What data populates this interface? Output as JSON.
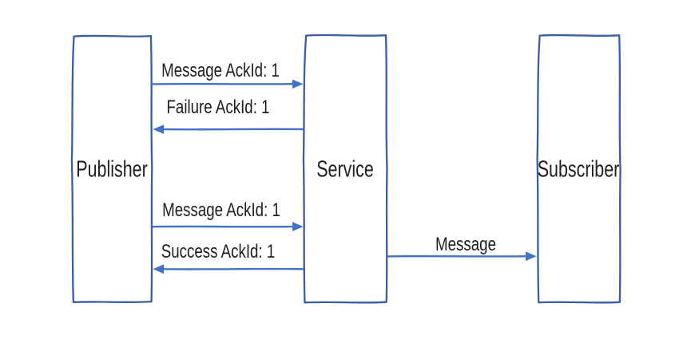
{
  "diagram": {
    "type": "sequence-flow",
    "colors": {
      "shape_stroke": "#3a5ca8",
      "arrow": "#4472c4",
      "label_text": "#1f1f1f",
      "background": "#ffffff"
    },
    "nodes": [
      {
        "id": "publisher",
        "label": "Publisher"
      },
      {
        "id": "service",
        "label": "Service"
      },
      {
        "id": "subscriber",
        "label": "Subscriber"
      }
    ],
    "messages": [
      {
        "from": "Publisher",
        "to": "Service",
        "direction": "right",
        "label": "Message AckId: 1"
      },
      {
        "from": "Service",
        "to": "Publisher",
        "direction": "left",
        "label": "Failure AckId: 1"
      },
      {
        "from": "Publisher",
        "to": "Service",
        "direction": "right",
        "label": "Message AckId: 1"
      },
      {
        "from": "Service",
        "to": "Publisher",
        "direction": "left",
        "label": "Success AckId: 1"
      },
      {
        "from": "Service",
        "to": "Subscriber",
        "direction": "right",
        "label": "Message"
      }
    ]
  }
}
